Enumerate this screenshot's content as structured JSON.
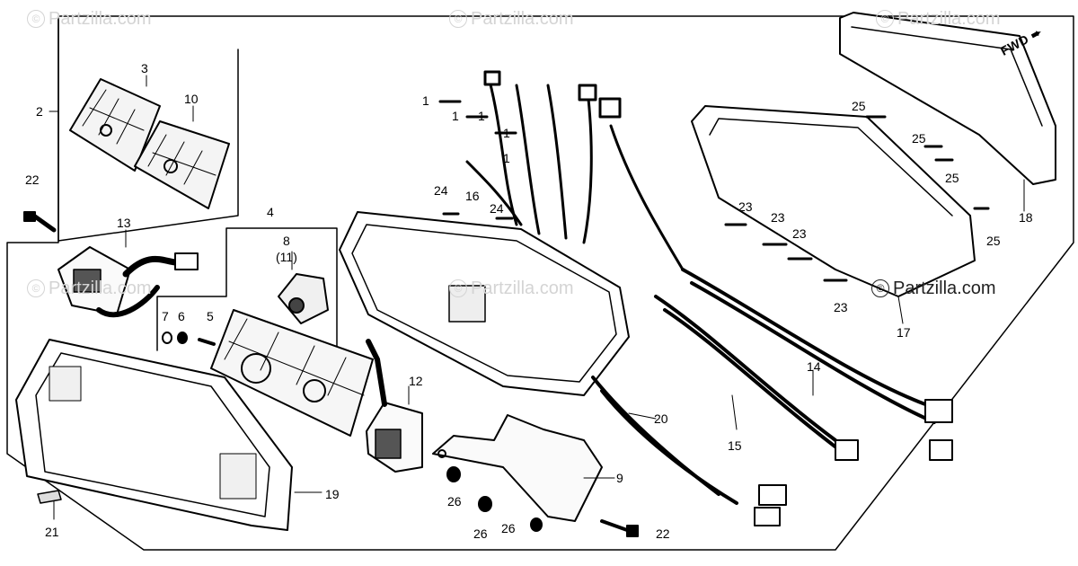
{
  "watermark": {
    "brand": "Partzilla.com",
    "symbol": "©"
  },
  "direction_label": "FWD",
  "callouts": {
    "c1": "1",
    "c1b": "1",
    "c1c": "1",
    "c1d": "1",
    "c1e": "1",
    "c2": "2",
    "c3": "3",
    "c4": "4",
    "c5": "5",
    "c6": "6",
    "c7": "7",
    "c8": "8",
    "c8sub": "(11)",
    "c9": "9",
    "c10": "10",
    "c12": "12",
    "c13": "13",
    "c14": "14",
    "c15": "15",
    "c16": "16",
    "c17": "17",
    "c18": "18",
    "c19": "19",
    "c20": "20",
    "c21": "21",
    "c22": "22",
    "c22b": "22",
    "c23": "23",
    "c23b": "23",
    "c23c": "23",
    "c23d": "23",
    "c24": "24",
    "c24b": "24",
    "c25": "25",
    "c25b": "25",
    "c25c": "25",
    "c25d": "25",
    "c26": "26",
    "c26b": "26",
    "c26c": "26"
  }
}
